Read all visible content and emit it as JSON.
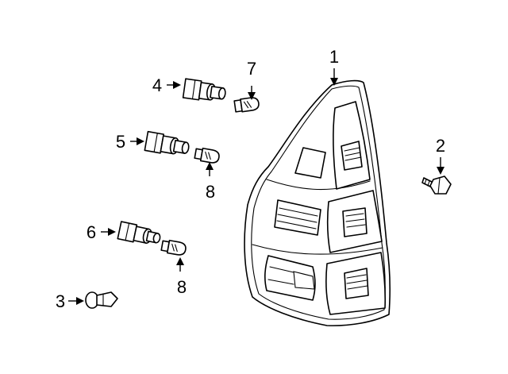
{
  "diagram": {
    "callouts": [
      {
        "id": "1",
        "label": "1"
      },
      {
        "id": "2",
        "label": "2"
      },
      {
        "id": "3",
        "label": "3"
      },
      {
        "id": "4",
        "label": "4"
      },
      {
        "id": "5",
        "label": "5"
      },
      {
        "id": "6",
        "label": "6"
      },
      {
        "id": "7",
        "label": "7"
      },
      {
        "id": "8a",
        "label": "8"
      },
      {
        "id": "8b",
        "label": "8"
      }
    ],
    "colors": {
      "line": "#000000",
      "background": "#ffffff"
    }
  }
}
